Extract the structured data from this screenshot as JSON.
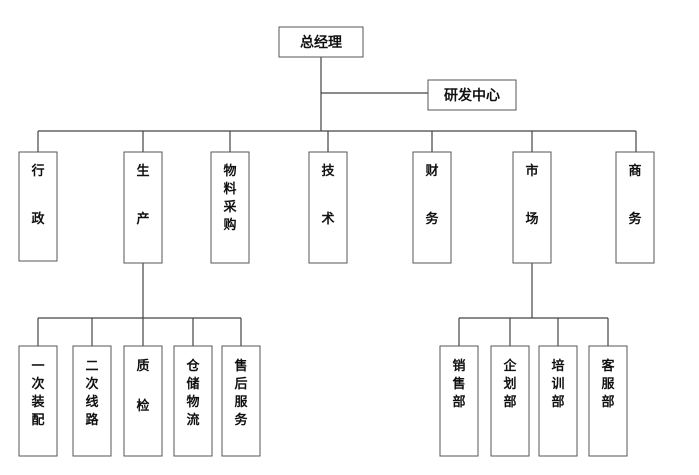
{
  "root": {
    "label": "总经理"
  },
  "rnd": {
    "label": "研发中心"
  },
  "departments": [
    {
      "label": "行政"
    },
    {
      "label": "生产"
    },
    {
      "label": "物料采购"
    },
    {
      "label": "技术"
    },
    {
      "label": "财务"
    },
    {
      "label": "市场"
    },
    {
      "label": "商务"
    }
  ],
  "production_units": [
    {
      "label": "一次装配"
    },
    {
      "label": "二次线路"
    },
    {
      "label": "质检"
    },
    {
      "label": "仓储物流"
    },
    {
      "label": "售后服务"
    }
  ],
  "market_units": [
    {
      "label": "销售部"
    },
    {
      "label": "企划部"
    },
    {
      "label": "培训部"
    },
    {
      "label": "客服部"
    }
  ]
}
